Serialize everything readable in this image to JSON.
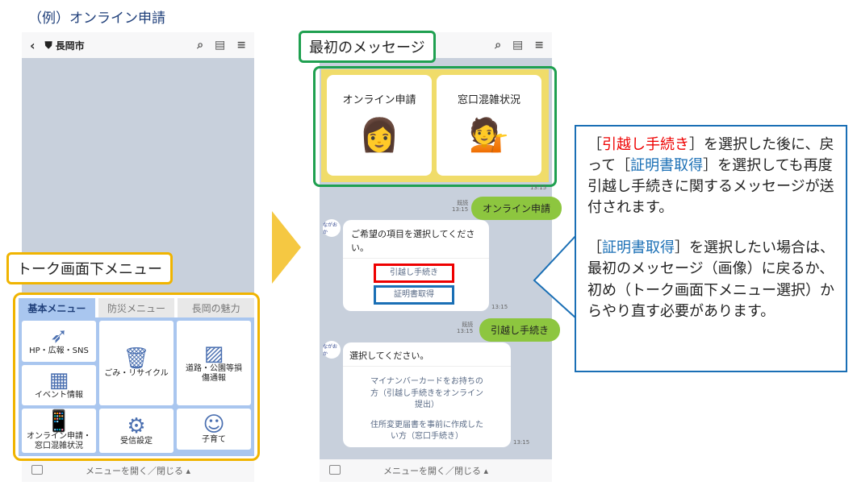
{
  "title": "（例）オンライン申請",
  "left_phone": {
    "header": "長岡市",
    "footer": "メニューを開く／閉じる ▴",
    "menu_label": "トーク画面下メニュー",
    "tabs": [
      "基本メニュー",
      "防災メニュー",
      "長岡の魅力"
    ],
    "items": [
      "HP・広報・SNS",
      "ごみ・リサイクル",
      "道路・公園等損傷通報",
      "イベント情報",
      "オンライン申請・窓口混雑状況",
      "子育て",
      "受信設定"
    ]
  },
  "arrow_color": "#f5c842",
  "right_phone": {
    "label": "最初のメッセージ",
    "footer": "メニューを開く／閉じる ▴",
    "cards": [
      "オンライン申請",
      "窓口混雑状況"
    ],
    "time_top": "13:15",
    "msg1": {
      "read": "既読",
      "time": "13:15",
      "text": "オンライン申請"
    },
    "bot1": {
      "text": "ご希望の項目を選択してください。",
      "options": [
        "引越し手続き",
        "証明書取得"
      ],
      "time": "13:15"
    },
    "msg2": {
      "read": "既読",
      "time": "13:15",
      "text": "引越し手続き"
    },
    "bot2": {
      "text": "選択してください。",
      "options": [
        "マイナンバーカードをお持ちの方（引越し手続きをオンライン提出）",
        "住所変更届書を事前に作成したい方（窓口手続き）"
      ],
      "time": "13:15"
    },
    "avatar": "ながおか"
  },
  "callout": {
    "p1_open": "［",
    "p1_red": "引越し手続き",
    "p1_a": "］を選択した後に、戻って［",
    "p1_blue": "証明書取得",
    "p1_b": "］を選択しても再度引越し手続きに関するメッセージが送付されます。",
    "p2_open": "［",
    "p2_blue": "証明書取得",
    "p2_a": "］を選択したい場合は、最初のメッセージ（画像）に戻るか、初め（トーク画面下メニュー選択）からやり直す必要があります。"
  }
}
